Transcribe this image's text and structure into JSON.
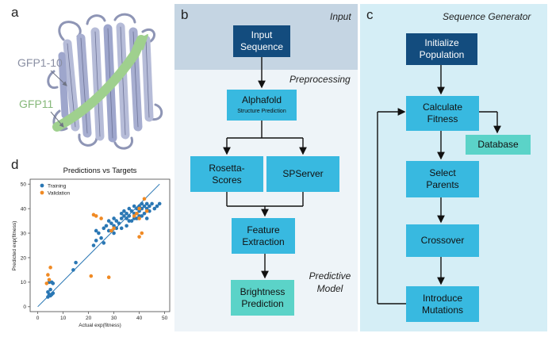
{
  "panel_a": {
    "letter": "a",
    "label_top": "GFP1-10",
    "label_bottom": "GFP11",
    "colors": {
      "barrel": "#b6bcd8",
      "strand": "#9fd08e",
      "label_top": "#8a8fa3",
      "label_bottom": "#86b87a"
    }
  },
  "panel_b": {
    "letter": "b",
    "stage_input": "Input",
    "stage_preprocessing": "Preprocessing",
    "stage_predictive": "Predictive Model",
    "boxes": {
      "input_sequence": "Input Sequence",
      "alphafold": "Alphafold",
      "alphafold_sub": "Structure Prediction",
      "rosetta": "Rosetta-Scores",
      "spserver": "SPServer",
      "feature": "Feature Extraction",
      "brightness": "Brightness Prediction"
    },
    "colors": {
      "input_band": "#c5d5e3",
      "body": "#eef4f8"
    }
  },
  "panel_c": {
    "letter": "c",
    "title": "Sequence Generator",
    "boxes": {
      "initialize": "Initialize Population",
      "fitness": "Calculate Fitness",
      "database": "Database",
      "select": "Select Parents",
      "crossover": "Crossover",
      "mutations": "Introduce Mutations"
    },
    "colors": {
      "background": "#d5eef6"
    }
  },
  "panel_d": {
    "letter": "d"
  },
  "colors": {
    "dark_box": "#134c7e",
    "light_box": "#38b9e0",
    "teal_box": "#5bd3c8",
    "training": "#2a77b4",
    "validation": "#f08a24"
  },
  "chart_data": {
    "type": "scatter",
    "title": "Predictions vs Targets",
    "xlabel": "Actual exp(fitness)",
    "ylabel": "Predicted exp(fitness)",
    "xlim": [
      -3,
      52
    ],
    "ylim": [
      -2,
      52
    ],
    "xticks": [
      0,
      10,
      20,
      30,
      40,
      50
    ],
    "yticks": [
      0,
      10,
      20,
      30,
      40,
      50
    ],
    "legend": "top-left",
    "reference_line": {
      "from": [
        0,
        0
      ],
      "to": [
        48,
        50
      ]
    },
    "series": [
      {
        "name": "Training",
        "color": "#2a77b4",
        "points": [
          [
            4,
            4
          ],
          [
            4.5,
            5
          ],
          [
            5,
            4.5
          ],
          [
            5.5,
            5
          ],
          [
            6,
            5.5
          ],
          [
            4,
            6
          ],
          [
            5,
            7
          ],
          [
            4.5,
            10
          ],
          [
            5.5,
            10
          ],
          [
            6,
            9.5
          ],
          [
            14,
            15
          ],
          [
            15,
            18
          ],
          [
            22,
            25
          ],
          [
            23,
            27
          ],
          [
            24,
            30
          ],
          [
            23,
            31
          ],
          [
            25,
            28
          ],
          [
            26,
            32
          ],
          [
            27,
            33
          ],
          [
            28,
            35
          ],
          [
            28,
            31
          ],
          [
            29,
            34
          ],
          [
            30,
            33
          ],
          [
            30,
            36
          ],
          [
            31,
            35
          ],
          [
            32,
            34
          ],
          [
            33,
            36
          ],
          [
            33,
            38
          ],
          [
            34,
            37
          ],
          [
            34,
            39
          ],
          [
            35,
            36
          ],
          [
            35,
            38
          ],
          [
            36,
            37
          ],
          [
            36,
            40
          ],
          [
            37,
            35
          ],
          [
            37,
            39
          ],
          [
            38,
            38
          ],
          [
            38,
            41
          ],
          [
            39,
            36
          ],
          [
            39,
            40
          ],
          [
            40,
            39
          ],
          [
            40,
            41
          ],
          [
            41,
            40
          ],
          [
            41,
            42
          ],
          [
            42,
            38
          ],
          [
            42,
            41
          ],
          [
            43,
            40
          ],
          [
            43,
            42
          ],
          [
            44,
            41
          ],
          [
            44,
            39
          ],
          [
            45,
            42
          ],
          [
            46,
            40
          ],
          [
            47,
            41
          ],
          [
            48,
            42
          ],
          [
            26,
            26
          ],
          [
            31,
            32
          ],
          [
            36,
            35
          ],
          [
            39,
            38
          ],
          [
            41,
            37
          ],
          [
            43,
            36
          ],
          [
            35,
            33
          ],
          [
            33,
            32
          ],
          [
            30,
            30
          ],
          [
            38,
            36
          ],
          [
            40,
            37
          ]
        ]
      },
      {
        "name": "Validation",
        "color": "#f08a24",
        "points": [
          [
            4,
            13
          ],
          [
            5,
            16
          ],
          [
            4.5,
            11
          ],
          [
            3.5,
            9.5
          ],
          [
            21,
            12.5
          ],
          [
            22,
            37.5
          ],
          [
            23,
            37
          ],
          [
            25,
            36
          ],
          [
            28,
            12
          ],
          [
            29,
            31
          ],
          [
            30,
            32
          ],
          [
            38,
            37
          ],
          [
            39,
            38
          ],
          [
            40,
            40
          ],
          [
            40,
            28.5
          ],
          [
            41,
            30
          ],
          [
            42,
            44
          ],
          [
            43,
            39
          ],
          [
            40,
            36
          ]
        ]
      }
    ]
  }
}
